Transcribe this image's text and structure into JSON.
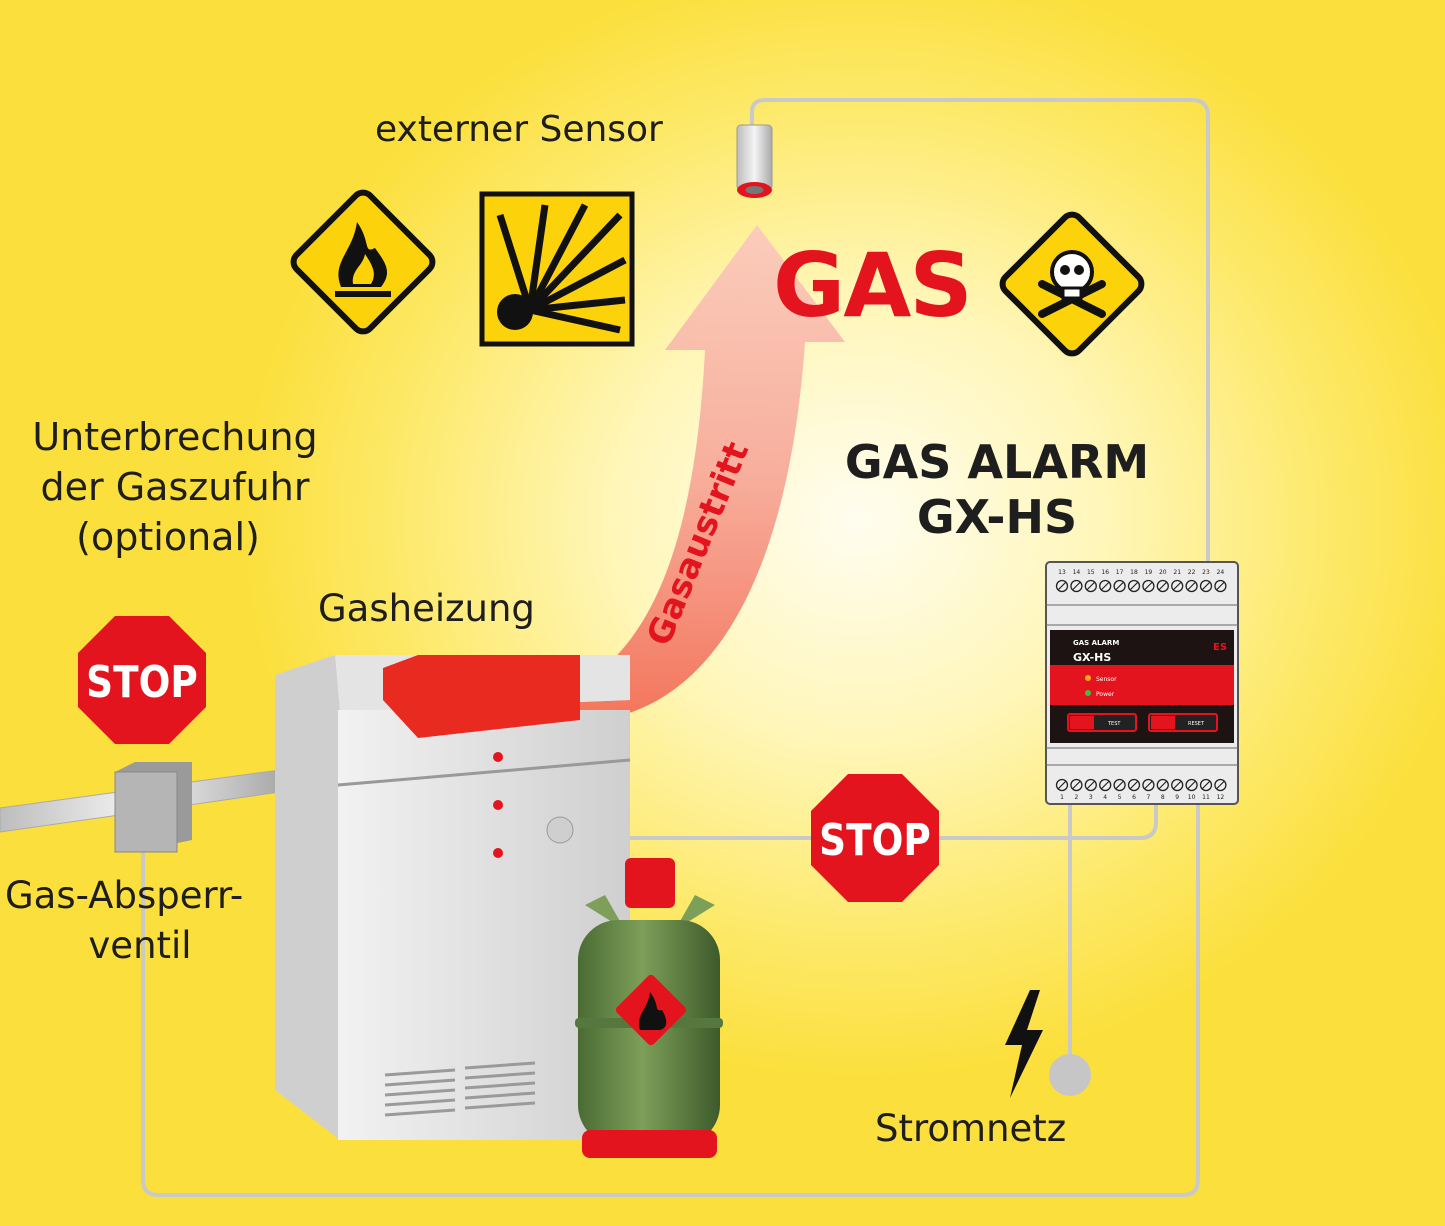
{
  "labels": {
    "external_sensor": "externer Sensor",
    "interruption": [
      "Unterbrechung",
      "der Gaszufuhr",
      "(optional)"
    ],
    "gas_heater": "Gasheizung",
    "shutoff_valve": [
      "Gas-Absperr-",
      "ventil"
    ],
    "power_grid": "Stromnetz",
    "gas_leak": "Gasaustritt",
    "gas": "GAS",
    "product": [
      "GAS ALARM",
      "GX-HS"
    ],
    "stop": "STOP"
  },
  "device": {
    "title": "GAS ALARM",
    "model": "GX-HS",
    "brand": "ES",
    "indicators": [
      {
        "label": "Sensor",
        "color": "#f5a623"
      },
      {
        "label": "Power",
        "color": "#3fbf3f"
      }
    ],
    "buttons": [
      "TEST",
      "RESET"
    ],
    "top_terminals": [
      "13",
      "14",
      "15",
      "16",
      "17",
      "18",
      "19",
      "20",
      "21",
      "22",
      "23",
      "24"
    ],
    "bottom_terminals": [
      "1",
      "2",
      "3",
      "4",
      "5",
      "6",
      "7",
      "8",
      "9",
      "10",
      "11",
      "12"
    ]
  },
  "colors": {
    "red": "#e3141e",
    "wire": "#c9c9c9",
    "yellow": "#fbdf3c"
  }
}
